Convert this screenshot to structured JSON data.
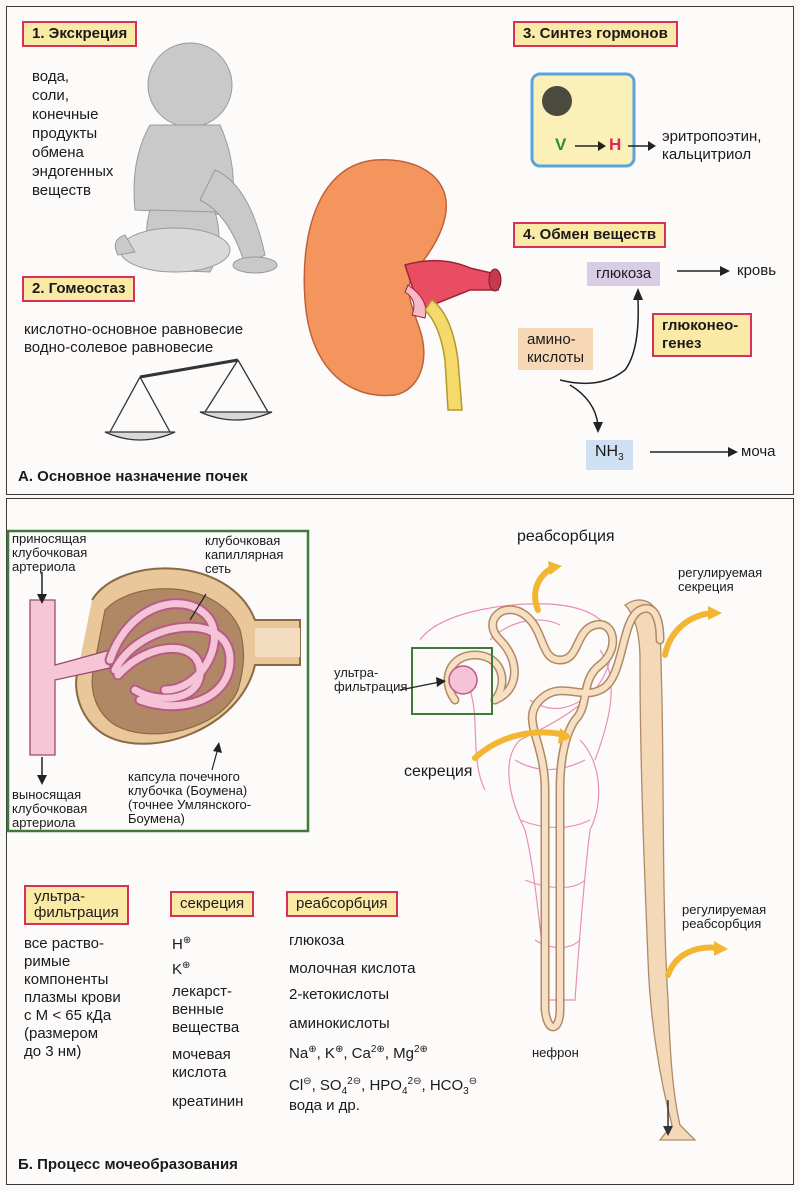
{
  "panel_a": {
    "caption": "А. Основное назначение почек",
    "excretion": {
      "title": "1. Экскреция",
      "lines": [
        "вода,",
        "соли,",
        "конечные",
        "продукты",
        "обмена",
        "эндогенных",
        "веществ"
      ]
    },
    "homeostasis": {
      "title": "2. Гомеостаз",
      "lines": [
        "кислотно-основное равновесие",
        "водно-солевое равновесие"
      ]
    },
    "hormones": {
      "title": "3. Синтез гормонов",
      "v": "V",
      "h": "H",
      "lines": [
        "эритропоэтин,",
        "кальцитриол"
      ]
    },
    "metabolism": {
      "title": "4. Обмен веществ",
      "glucose": "глюкоза",
      "blood": "кровь",
      "amino_lines": [
        "амино-",
        "кислоты"
      ],
      "gluconeo_lines": [
        "глюконео-",
        "генез"
      ],
      "nh3": "NH",
      "nh3_sub": "3",
      "urine": "моча"
    }
  },
  "panel_b": {
    "caption": "Б. Процесс мочеобразования",
    "glomerulus": {
      "afferent_lines": [
        "приносящая",
        "клубочковая",
        "артериола"
      ],
      "capillary_lines": [
        "клубочковая",
        "капиллярная",
        "сеть"
      ],
      "efferent_lines": [
        "выносящая",
        "клубочковая",
        "артериола"
      ],
      "capsule_lines": [
        "капсула почечного",
        "клубочка (Боумена)",
        "(точнее Умлянского-",
        "Боумена)"
      ]
    },
    "nephron": {
      "reabsorption": "реабсорбция",
      "regulated_secretion_lines": [
        "регулируемая",
        "секреция"
      ],
      "ultrafiltration_lines": [
        "ультра-",
        "фильтрация"
      ],
      "secretion": "секреция",
      "regulated_reabsorption_lines": [
        "регулируемая",
        "реабсорбция"
      ],
      "nephron_label": "нефрон"
    },
    "table": {
      "ultra_title_lines": [
        "ультра-",
        "фильтрация"
      ],
      "ultra_lines": [
        "все раство-",
        "римые",
        "компоненты",
        "плазмы крови",
        "с М < 65 кДа",
        "(размером",
        "до 3 нм)"
      ],
      "secretion_title": "секреция",
      "secretion_h": "H",
      "secretion_k": "K",
      "secretion_lines": [
        "лекарст-",
        "венные",
        "вещества"
      ],
      "uric_lines": [
        "мочевая",
        "кислота"
      ],
      "creatinine": "креатинин",
      "reabs_title": "реабсорбция",
      "reabs_items": [
        "глюкоза",
        "молочная кислота",
        "2-кетокислоты",
        "аминокислоты"
      ],
      "ions1": [
        "Na",
        "K",
        "Ca",
        "Mg"
      ],
      "ions1_charges": [
        "⊕",
        "⊕",
        "2⊕",
        "2⊕"
      ],
      "ions2": [
        "Cl",
        "SO",
        "HPO",
        "HCO"
      ],
      "ions2_subs": [
        "",
        "4",
        "4",
        "3"
      ],
      "ions2_charges": [
        "⊖",
        "2⊖",
        "2⊖",
        "⊖"
      ],
      "water": "вода и др."
    }
  },
  "colors": {
    "label_fill": "#fbe9a6",
    "label_border": "#d6315a",
    "panel_green": "#3f7a3a",
    "kidney": "#f4955e",
    "tubule": "#f3d9b8",
    "capillary_pink": "#e98fb5",
    "arrow_yellow": "#f2b632"
  }
}
